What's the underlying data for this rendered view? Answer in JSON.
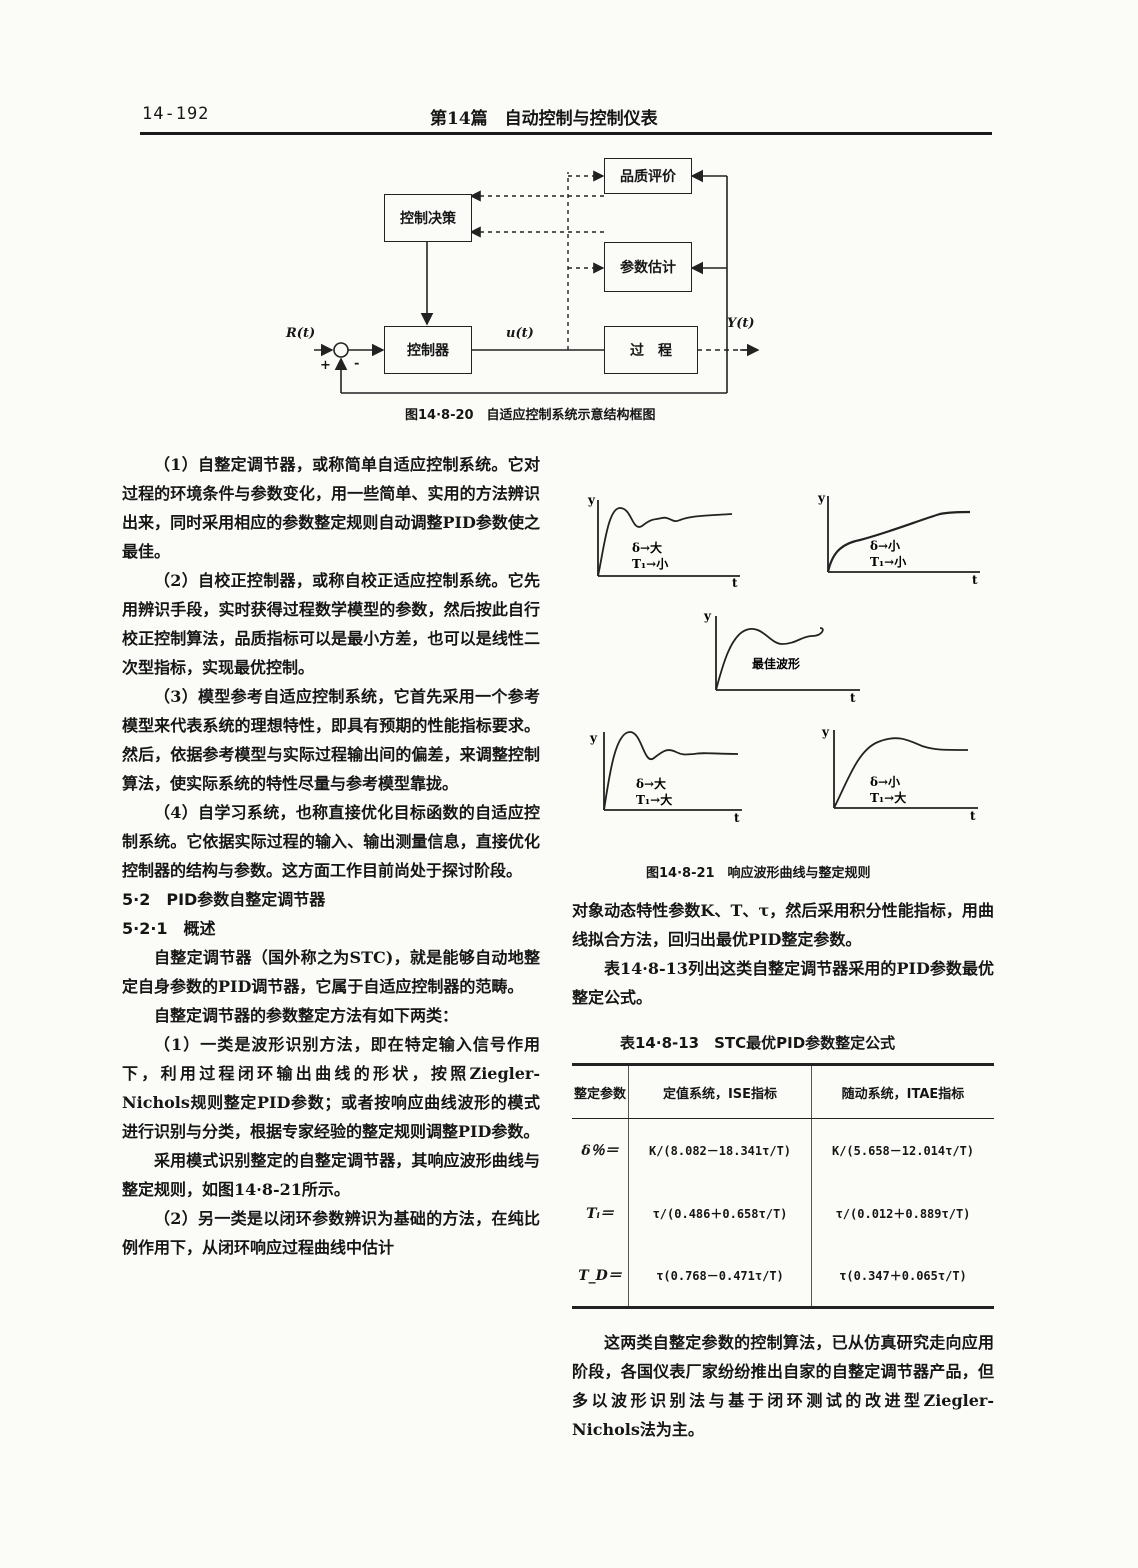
{
  "header": {
    "page_number": "14-192",
    "title": "第14篇　自动控制与控制仪表"
  },
  "fig20": {
    "boxes": {
      "quality": "品质评价",
      "decision": "控制决策",
      "estimate": "参数估计",
      "controller": "控制器",
      "process": "过　程"
    },
    "labels": {
      "ref": "R(t)",
      "control": "u(t)",
      "output": "Y(t)",
      "plus": "+",
      "minus": "-"
    },
    "caption": "图14·8-20　自适应控制系统示意结构框图"
  },
  "left_col": {
    "p1": "（1）自整定调节器，或称简单自适应控制系统。它对过程的环境条件与参数变化，用一些简单、实用的方法辨识出来，同时采用相应的参数整定规则自动调整PID参数使之最佳。",
    "p2": "（2）自校正控制器，或称自校正适应控制系统。它先用辨识手段，实时获得过程数学模型的参数，然后按此自行校正控制算法，品质指标可以是最小方差，也可以是线性二次型指标，实现最优控制。",
    "p3": "（3）模型参考自适应控制系统，它首先采用一个参考模型来代表系统的理想特性，即具有预期的性能指标要求。然后，依据参考模型与实际过程输出间的偏差，来调整控制算法，使实际系统的特性尽量与参考模型靠拢。",
    "p4": "（4）自学习系统，也称直接优化目标函数的自适应控制系统。它依据实际过程的输入、输出测量信息，直接优化控制器的结构与参数。这方面工作目前尚处于探讨阶段。",
    "h52": "5·2　PID参数自整定调节器",
    "h521": "5·2·1　概述",
    "p5": "自整定调节器（国外称之为STC)，就是能够自动地整定自身参数的PID调节器，它属于自适应控制器的范畴。",
    "p6": "自整定调节器的参数整定方法有如下两类：",
    "p7": "（1）一类是波形识别方法，即在特定输入信号作用下，利用过程闭环输出曲线的形状，按照Ziegler-Nichols规则整定PID参数；或者按响应曲线波形的模式进行识别与分类，根据专家经验的整定规则调整PID参数。",
    "p8": "采用模式识别整定的自整定调节器，其响应波形曲线与整定规则，如图14·8-21所示。",
    "p9": "（2）另一类是以闭环参数辨识为基础的方法，在纯比例作用下，从闭环响应过程曲线中估计"
  },
  "fig21": {
    "axis_y": "y",
    "axis_t": "t",
    "best_label": "最佳波形",
    "rules": [
      {
        "delta": "δ→大",
        "ti": "T₁→小"
      },
      {
        "delta": "δ→小",
        "ti": "T₁→小"
      },
      {
        "delta": "δ→大",
        "ti": "T₁→大"
      },
      {
        "delta": "δ→小",
        "ti": "T₁→大"
      }
    ],
    "caption": "图14·8-21　响应波形曲线与整定规则"
  },
  "right_col": {
    "p1": "对象动态特性参数K、T、τ，然后采用积分性能指标，用曲线拟合方法，回归出最优PID整定参数。",
    "p2": "表14·8-13列出这类自整定调节器采用的PID参数最优整定公式。"
  },
  "table": {
    "caption": "表14·8-13　STC最优PID参数整定公式",
    "headers": [
      "整定参数",
      "定值系统，ISE指标",
      "随动系统，ITAE指标"
    ],
    "rows": [
      [
        "δ％＝",
        "K/(8.082－18.341τ/T)",
        "K/(5.658－12.014τ/T)"
      ],
      [
        "Tᵢ＝",
        "τ/(0.486＋0.658τ/T)",
        "τ/(0.012＋0.889τ/T)"
      ],
      [
        "T_D＝",
        "τ(0.768－0.471τ/T)",
        "τ(0.347＋0.065τ/T)"
      ]
    ]
  },
  "closing": "这两类自整定参数的控制算法，已从仿真研究走向应用阶段，各国仪表厂家纷纷推出自家的自整定调节器产品，但多以波形识别法与基于闭环测试的改进型Ziegler-Nichols法为主。"
}
